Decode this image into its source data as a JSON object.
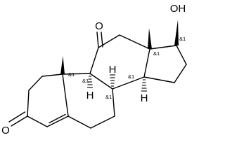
{
  "molecule": {
    "atoms": {
      "o11": "O",
      "o17": "OH",
      "o3": "O",
      "h9": "H",
      "h8": "H",
      "h14": "H"
    },
    "stereo_labels": {
      "c10": "&1",
      "c13": "&1",
      "c17": "&1",
      "c9": "&1",
      "c8": "&1",
      "c14": "&1"
    }
  }
}
